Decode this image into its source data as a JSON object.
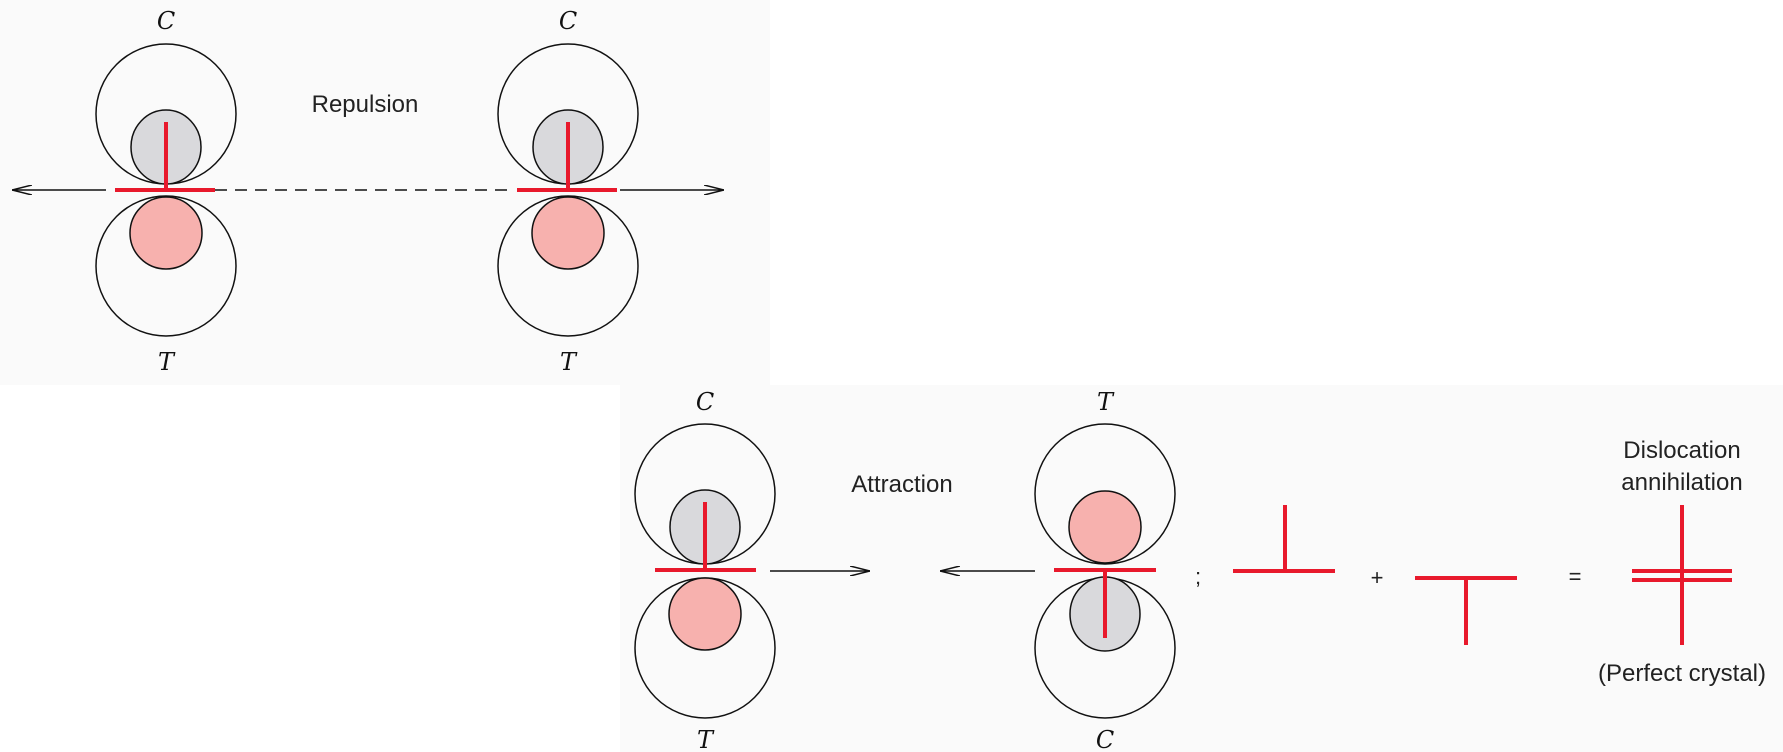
{
  "colors": {
    "dislocation_line": "#e8192c",
    "compression_fill": "#d9d9dc",
    "tension_fill": "#f7b1ae",
    "outline": "#111111",
    "panel_bg": "#fafafa"
  },
  "top_panel": {
    "interaction_label": "Repulsion",
    "left_dislocation": {
      "top_label": "C",
      "bottom_label": "T"
    },
    "right_dislocation": {
      "top_label": "C",
      "bottom_label": "T"
    }
  },
  "bottom_panel": {
    "interaction_label": "Attraction",
    "left_dislocation": {
      "top_label": "C",
      "bottom_label": "T"
    },
    "right_dislocation": {
      "top_label": "T",
      "bottom_label": "C"
    },
    "separator": ";",
    "plus": "+",
    "equals": "=",
    "result_label_line1": "Dislocation",
    "result_label_line2": "annihilation",
    "result_caption": "(Perfect crystal)"
  }
}
